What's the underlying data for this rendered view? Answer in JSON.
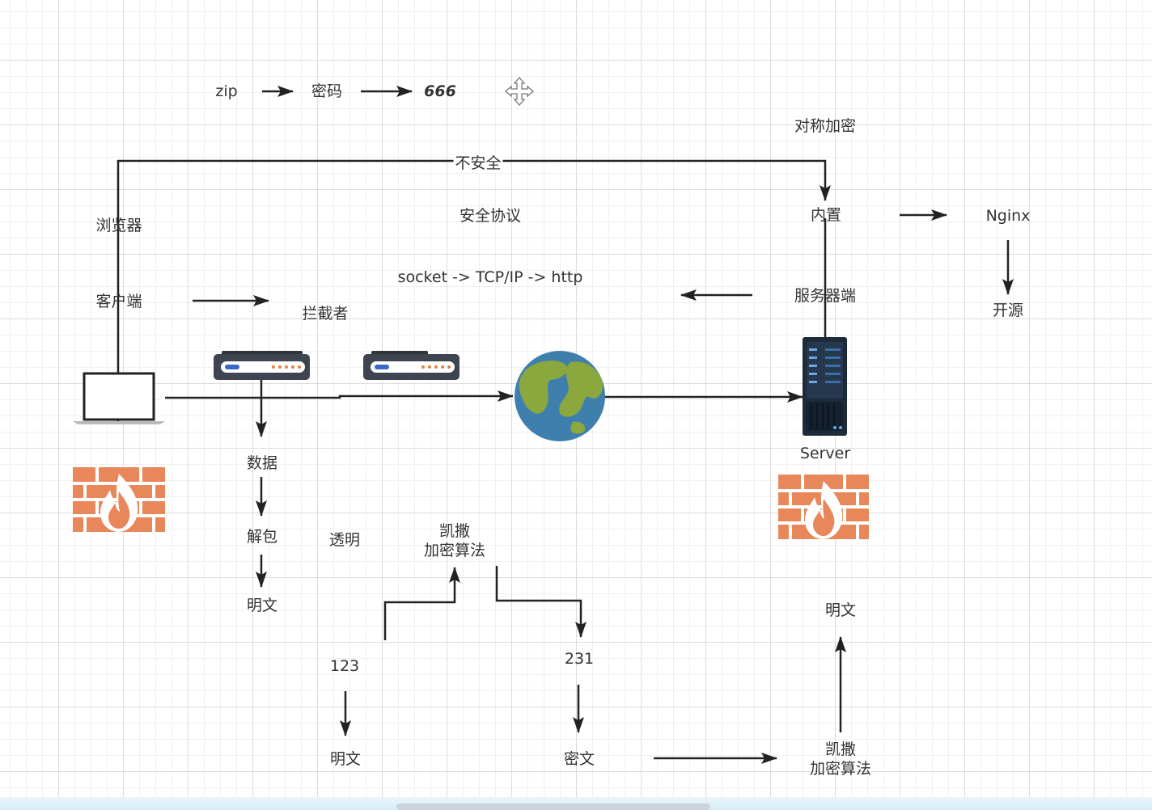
{
  "labels": {
    "zip": "zip",
    "password": "密码",
    "code": "666",
    "symmetric": "对称加密",
    "insecure": "不安全",
    "browser": "浏览器",
    "secure_protocol": "安全协议",
    "builtin": "内置",
    "nginx": "Nginx",
    "stack": "socket -> TCP/IP -> http",
    "client": "客户端",
    "interceptor": "拦截者",
    "server_side": "服务器端",
    "open_source": "开源",
    "server": "Server",
    "data": "数据",
    "unpack": "解包",
    "plaintext_left": "明文",
    "transparent": "透明",
    "caesar_top": "凯撒\n加密算法",
    "n123": "123",
    "n231": "231",
    "plaintext_bottom": "明文",
    "ciphertext": "密文",
    "plaintext_right": "明文",
    "caesar_bottom": "凯撒\n加密算法"
  },
  "icons": [
    "move-icon",
    "laptop-icon",
    "router-icon",
    "globe-icon",
    "server-icon",
    "firewall-icon"
  ],
  "colors": {
    "line": "#222222",
    "firewall": "#e8875a",
    "globe_ocean": "#3f7fae",
    "globe_land": "#8aa83d",
    "router_body": "#3f4550",
    "server_body": "#1d2a3a"
  }
}
